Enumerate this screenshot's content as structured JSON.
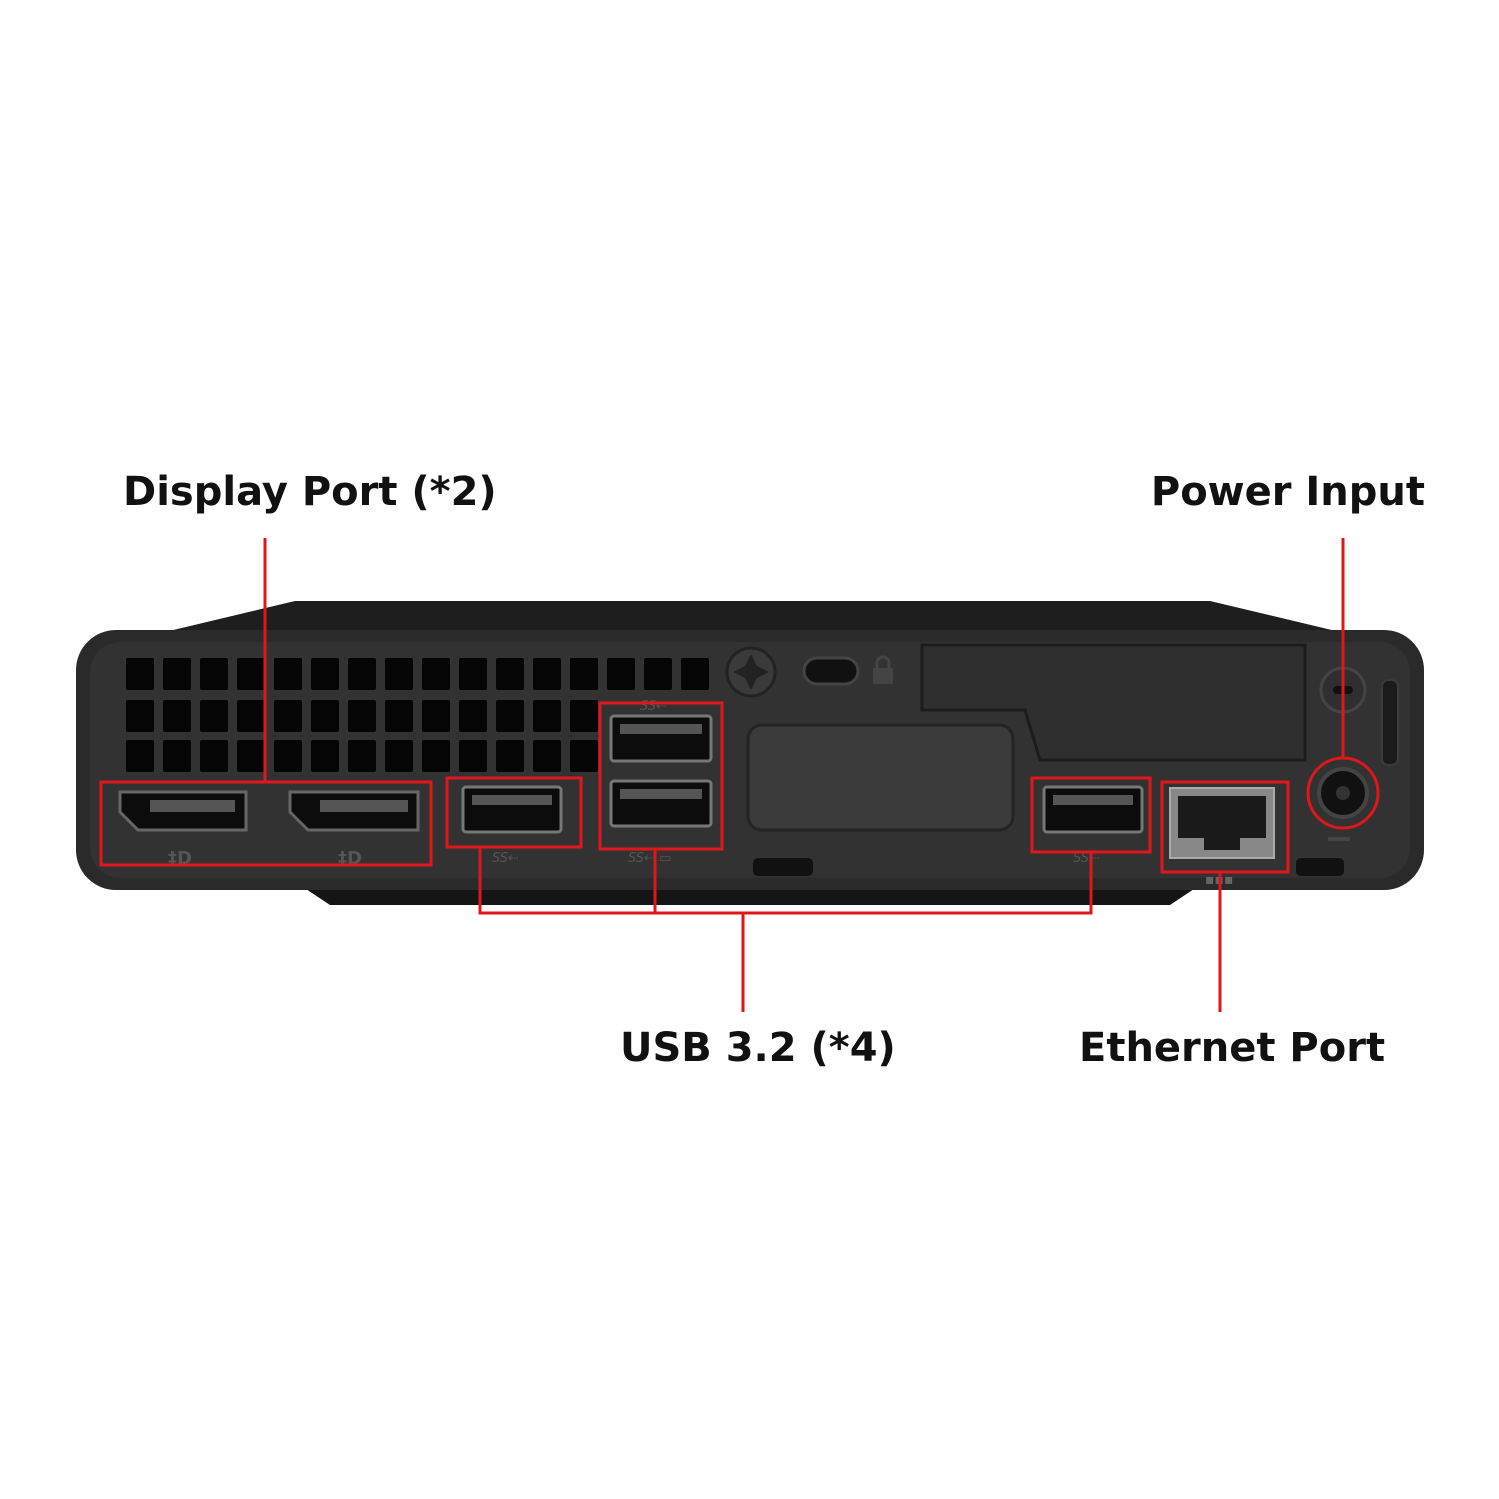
{
  "labels": {
    "display_port": "Display Port (*2)",
    "power_input": "Power Input",
    "usb": "USB 3.2 (*4)",
    "ethernet": "Ethernet Port"
  },
  "colors": {
    "annotation": "#e0161b",
    "chassis": "#2e2d2d",
    "chassis_dark": "#1b1b1b",
    "port_port": "#0c0c0c",
    "text": "#111111"
  },
  "icons": [
    "displayport-icon",
    "usb-superspeed-icon",
    "ethernet-icon",
    "power-dc-icon",
    "lock-icon",
    "thumbscrew-icon"
  ]
}
